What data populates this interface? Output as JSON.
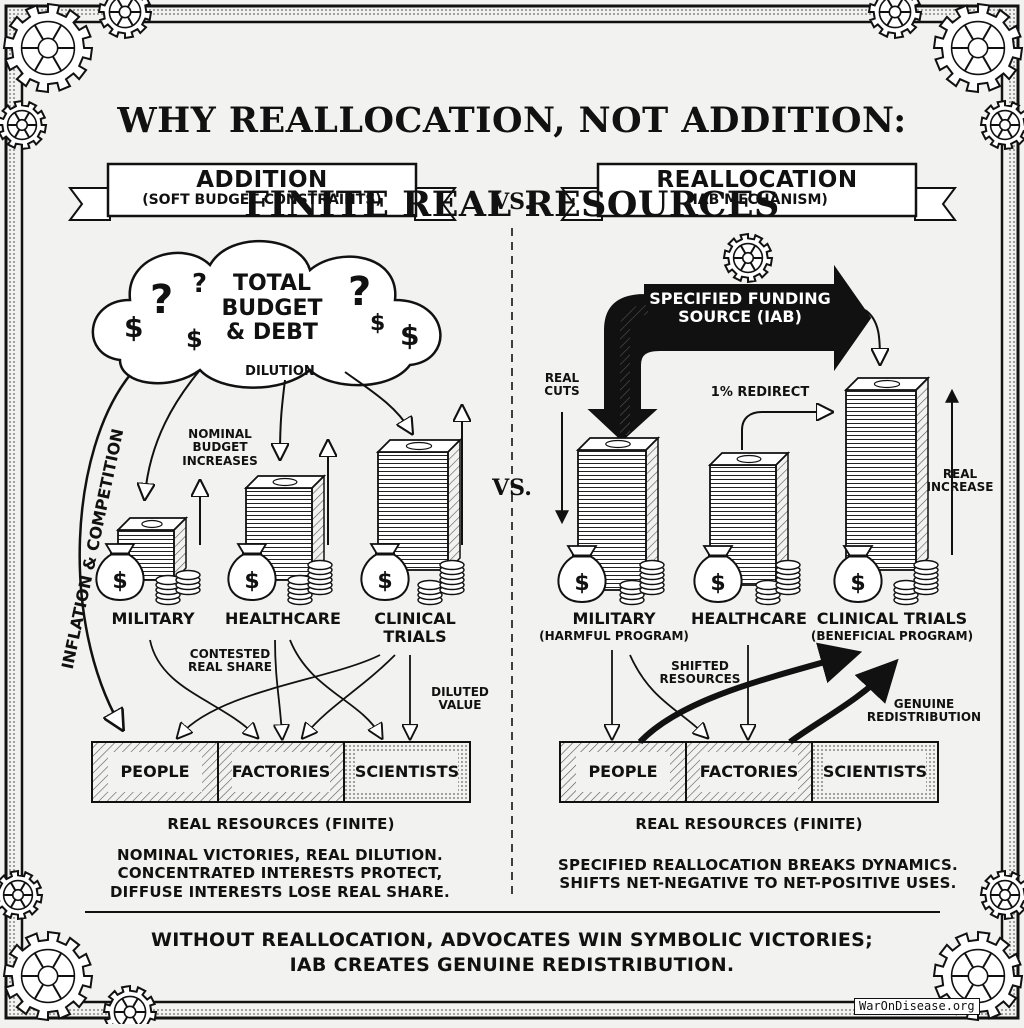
{
  "title": {
    "line1": "WHY REALLOCATION, NOT ADDITION:",
    "line2": "FINITE REAL RESOURCES"
  },
  "left": {
    "banner_title": "ADDITION",
    "banner_subtitle": "(SOFT BUDGET CONSTRAINTS)",
    "cloud_label": "TOTAL\nBUDGET\n& DEBT",
    "dilution_label": "DILUTION",
    "nominal_label": "NOMINAL\nBUDGET\nINCREASES",
    "inflation_label": "INFLATION & COMPETITION",
    "programs": [
      "MILITARY",
      "HEALTHCARE",
      "CLINICAL\nTRIALS"
    ],
    "contested_label": "CONTESTED\nREAL SHARE",
    "diluted_label": "DILUTED\nVALUE",
    "resources": [
      "PEOPLE",
      "FACTORIES",
      "SCIENTISTS"
    ],
    "resources_caption": "REAL RESOURCES (FINITE)",
    "summary": "NOMINAL VICTORIES, REAL DILUTION.\nCONCENTRATED INTERESTS PROTECT,\nDIFFUSE INTERESTS LOSE REAL SHARE."
  },
  "vs_top": "VS.",
  "vs_mid": "VS.",
  "right": {
    "banner_title": "REALLOCATION",
    "banner_subtitle": "(IAB MECHANISM)",
    "funding_label": "SPECIFIED FUNDING\nSOURCE (IAB)",
    "real_cuts_label": "REAL\nCUTS",
    "redirect_label": "1% REDIRECT",
    "real_increase_label": "REAL\nINCREASE",
    "programs": [
      "MILITARY",
      "HEALTHCARE",
      "CLINICAL TRIALS"
    ],
    "program_notes": [
      "(HARMFUL PROGRAM)",
      "",
      "(BENEFICIAL PROGRAM)"
    ],
    "shifted_label": "SHIFTED\nRESOURCES",
    "genuine_label": "GENUINE\nREDISTRIBUTION",
    "resources": [
      "PEOPLE",
      "FACTORIES",
      "SCIENTISTS"
    ],
    "resources_caption": "REAL RESOURCES (FINITE)",
    "summary": "SPECIFIED REALLOCATION BREAKS DYNAMICS.\nSHIFTS NET-NEGATIVE TO NET-POSITIVE USES."
  },
  "footer": "WITHOUT REALLOCATION, ADVOCATES WIN SYMBOLIC VICTORIES;\nIAB CREATES GENUINE REDISTRIBUTION.",
  "url": "WarOnDisease.org",
  "cloud_glyphs": [
    "?",
    "?",
    "?",
    "$",
    "$",
    "$",
    "$"
  ],
  "bag_glyph": "$",
  "icons": [
    "gear-icon",
    "money-bag-icon",
    "coin-stack-icon",
    "cash-stack-icon",
    "cloud-icon"
  ]
}
